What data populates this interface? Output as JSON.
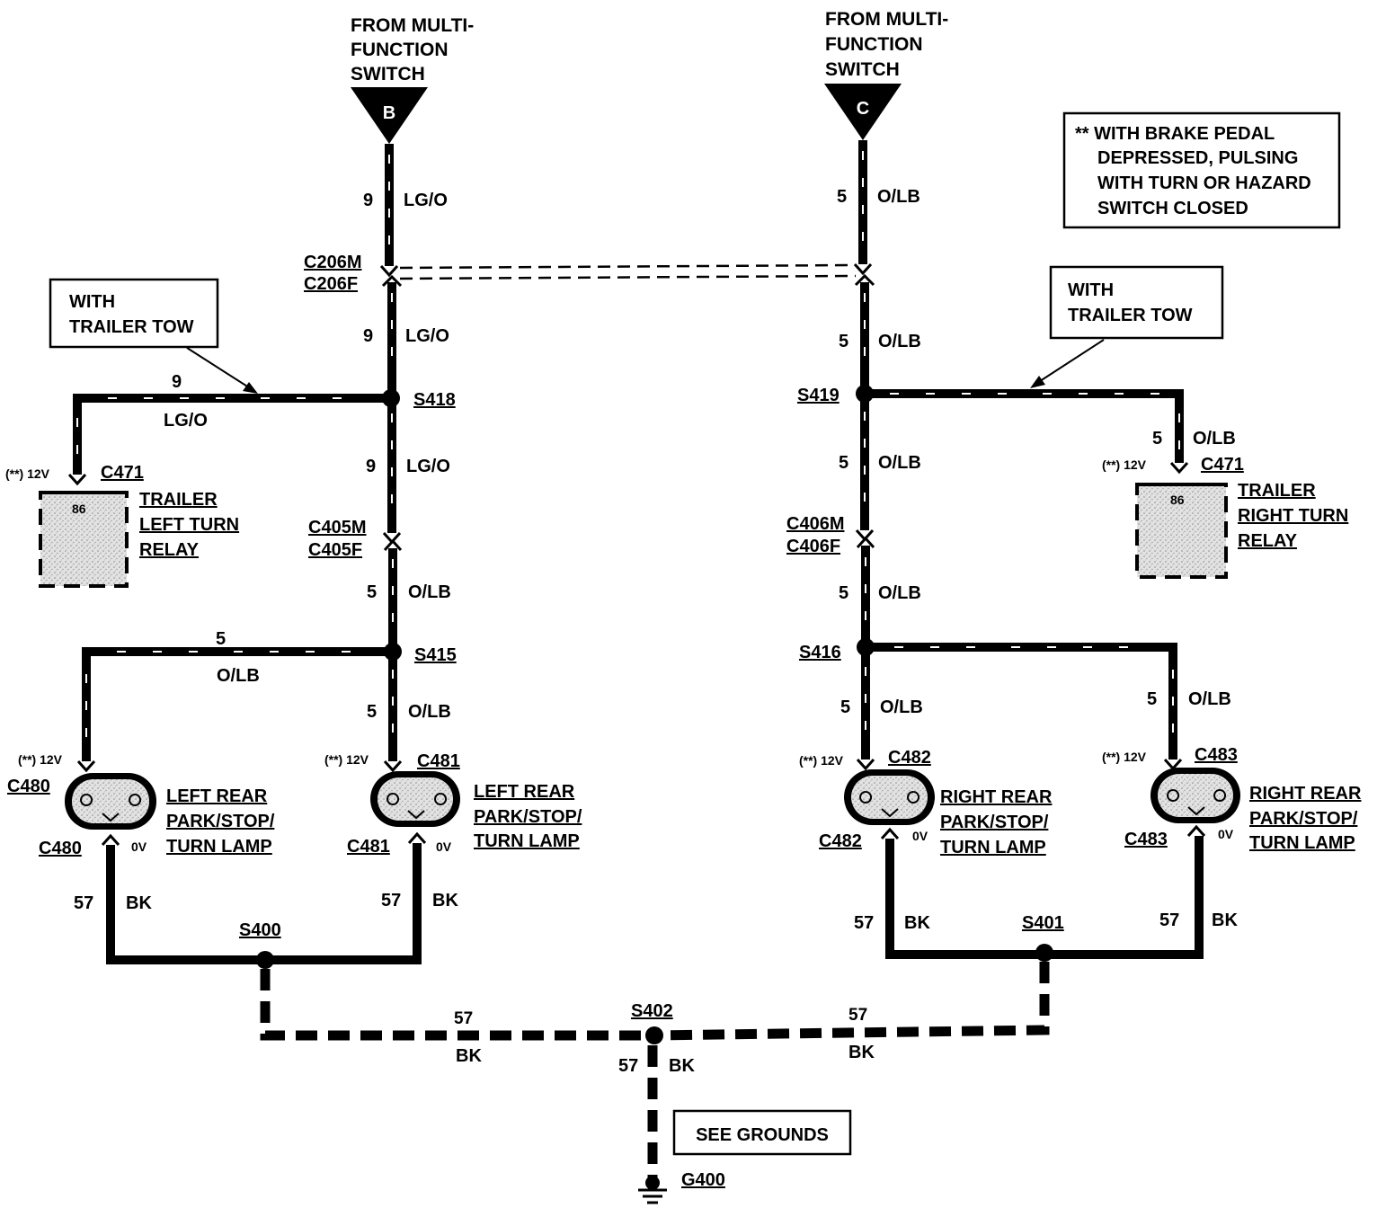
{
  "labels": {
    "src_b_1": "FROM MULTI-",
    "src_b_2": "FUNCTION",
    "src_b_3": "SWITCH",
    "src_b_letter": "B",
    "src_c_1": "FROM MULTI-",
    "src_c_2": "FUNCTION",
    "src_c_3": "SWITCH",
    "src_c_letter": "C",
    "note_1": "** WITH BRAKE PEDAL",
    "note_2": "DEPRESSED, PULSING",
    "note_3": "WITH TURN OR HAZARD",
    "note_4": "SWITCH CLOSED",
    "tow_l_1": "WITH",
    "tow_l_2": "TRAILER TOW",
    "tow_r_1": "WITH",
    "tow_r_2": "TRAILER TOW",
    "w_l1_num": "9",
    "w_l1_col": "LG/O",
    "w_l2_num": "9",
    "w_l2_col": "LG/O",
    "w_l3_num": "9",
    "w_l3_col": "LG/O",
    "w_l4_num": "5",
    "w_l4_col": "O/LB",
    "w_l5_num": "5",
    "w_l5_col": "O/LB",
    "w_lt_num": "9",
    "w_lt_col": "LG/O",
    "w_ll_num": "5",
    "w_ll_col": "O/LB",
    "w_r1_num": "5",
    "w_r1_col": "O/LB",
    "w_r2_num": "5",
    "w_r2_col": "O/LB",
    "w_r3_num": "5",
    "w_r3_col": "O/LB",
    "w_r4_num": "5",
    "w_r4_col": "O/LB",
    "w_r5_num": "5",
    "w_r5_col": "O/LB",
    "w_rt_num": "5",
    "w_rt_col": "O/LB",
    "w_rr_num": "5",
    "w_rr_col": "O/LB",
    "c206m": "C206M",
    "c206f": "C206F",
    "c405m": "C405M",
    "c405f": "C405F",
    "c406m": "C406M",
    "c406f": "C406F",
    "s418": "S418",
    "s419": "S419",
    "s415": "S415",
    "s416": "S416",
    "s400": "S400",
    "s401": "S401",
    "s402": "S402",
    "g400": "G400",
    "c471_l": "C471",
    "c471_r": "C471",
    "v12_l_relay": "(**) 12V",
    "v12_r_relay": "(**) 12V",
    "pin86_l": "86",
    "pin86_r": "86",
    "relay_l_1": "TRAILER",
    "relay_l_2": "LEFT TURN",
    "relay_l_3": "RELAY",
    "relay_r_1": "TRAILER",
    "relay_r_2": "RIGHT TURN",
    "relay_r_3": "RELAY",
    "v12_c480": "(**) 12V",
    "v12_c481": "(**) 12V",
    "v12_c482": "(**) 12V",
    "v12_c483": "(**) 12V",
    "c480_top": "C480",
    "c480_bot": "C480",
    "c481_top": "C481",
    "c481_bot": "C481",
    "c482_top": "C482",
    "c482_bot": "C482",
    "c483_top": "C483",
    "c483_bot": "C483",
    "v0_480": "0V",
    "v0_481": "0V",
    "v0_482": "0V",
    "v0_483": "0V",
    "lamp480_1": "LEFT REAR",
    "lamp480_2": "PARK/STOP/",
    "lamp480_3": "TURN LAMP",
    "lamp481_1": "LEFT REAR",
    "lamp481_2": "PARK/STOP/",
    "lamp481_3": "TURN LAMP",
    "lamp482_1": "RIGHT REAR",
    "lamp482_2": "PARK/STOP/",
    "lamp482_3": "TURN LAMP",
    "lamp483_1": "RIGHT REAR",
    "lamp483_2": "PARK/STOP/",
    "lamp483_3": "TURN LAMP",
    "g480_num": "57",
    "g480_col": "BK",
    "g481_num": "57",
    "g481_col": "BK",
    "g482_num": "57",
    "g482_col": "BK",
    "g483_num": "57",
    "g483_col": "BK",
    "gl_num": "57",
    "gl_col": "BK",
    "gr_num": "57",
    "gr_col": "BK",
    "gd_num": "57",
    "gd_col": "BK",
    "see_grounds": "SEE GROUNDS"
  }
}
